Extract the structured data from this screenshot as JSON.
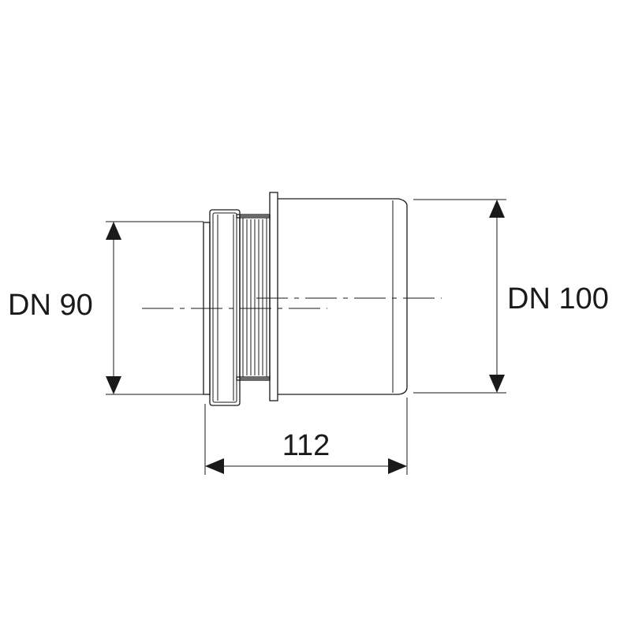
{
  "dimensions": {
    "left_diameter": "DN 90",
    "right_diameter": "DN 100",
    "length": "112"
  },
  "colors": {
    "line": "#1a1a1a",
    "background": "#ffffff"
  }
}
